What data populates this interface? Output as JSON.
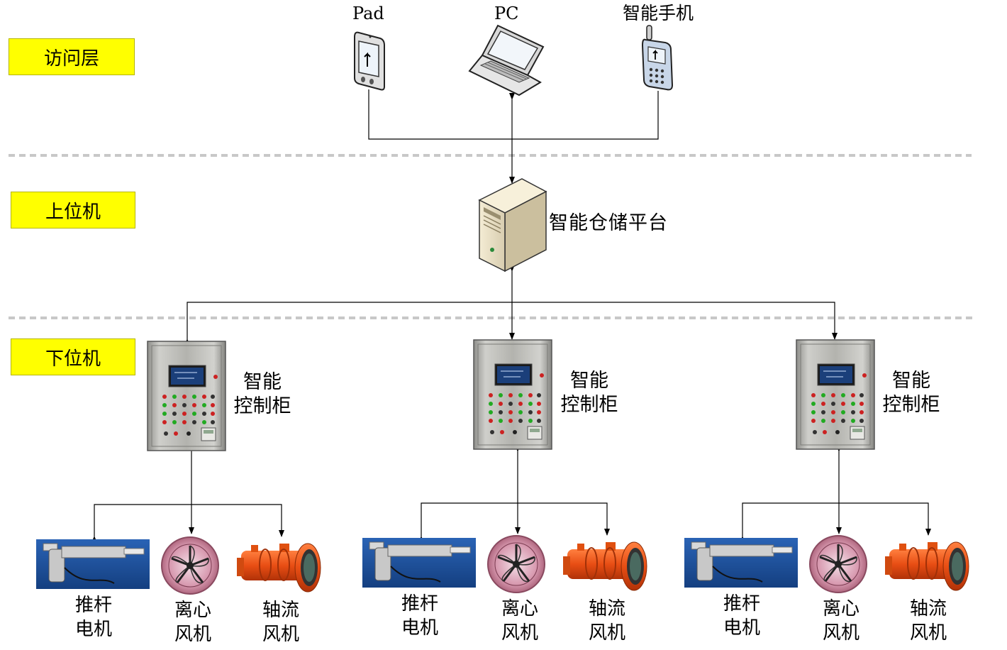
{
  "layers": {
    "access": "访问层",
    "upper": "上位机",
    "lower": "下位机"
  },
  "devices": {
    "pad": "Pad",
    "pc": "PC",
    "phone": "智能手机"
  },
  "platform": "智能仓储平台",
  "cabinets": [
    {
      "line1": "智能",
      "line2": "控制柜"
    },
    {
      "line1": "智能",
      "line2": "控制柜"
    },
    {
      "line1": "智能",
      "line2": "控制柜"
    }
  ],
  "equipment": [
    {
      "actuator": [
        "推杆",
        "电机"
      ],
      "centrifugal": [
        "离心",
        "风机"
      ],
      "axial": [
        "轴流",
        "风机"
      ]
    },
    {
      "actuator": [
        "推杆",
        "电机"
      ],
      "centrifugal": [
        "离心",
        "风机"
      ],
      "axial": [
        "轴流",
        "风机"
      ]
    },
    {
      "actuator": [
        "推杆",
        "电机"
      ],
      "centrifugal": [
        "离心",
        "风机"
      ],
      "axial": [
        "轴流",
        "风机"
      ]
    }
  ],
  "colors": {
    "layer_label_bg": "#ffff00",
    "divider": "#c8c8c8",
    "axial_fan": "#e8501a",
    "actuator_bg": "#1a4f9a",
    "cabinet_steel": "#b8b8b4"
  }
}
